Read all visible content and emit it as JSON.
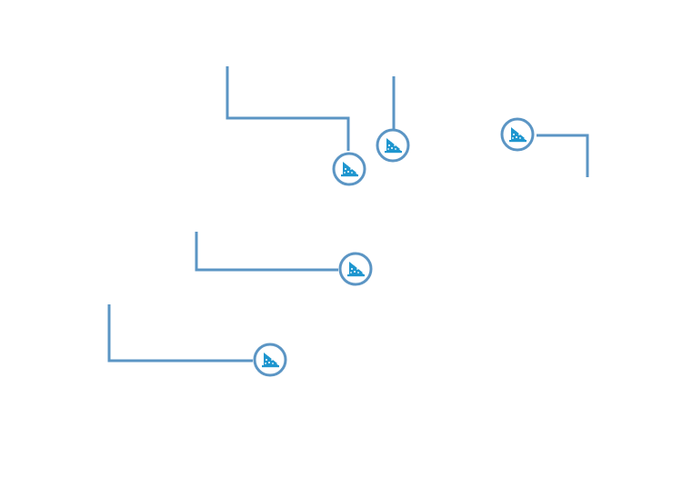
{
  "diagram": {
    "colors": {
      "background": "#ffffff",
      "connector": "#5b95c4",
      "marker_ring": "#5b95c4",
      "marker_icon": "#1e96cf"
    },
    "marker_icon_name": "sailboat-icon",
    "markers": [
      {
        "name": "marker-1",
        "icon": "sailboat-icon"
      },
      {
        "name": "marker-2",
        "icon": "sailboat-icon"
      },
      {
        "name": "marker-3",
        "icon": "sailboat-icon"
      },
      {
        "name": "marker-4",
        "icon": "sailboat-icon"
      },
      {
        "name": "marker-5",
        "icon": "sailboat-icon"
      }
    ]
  }
}
